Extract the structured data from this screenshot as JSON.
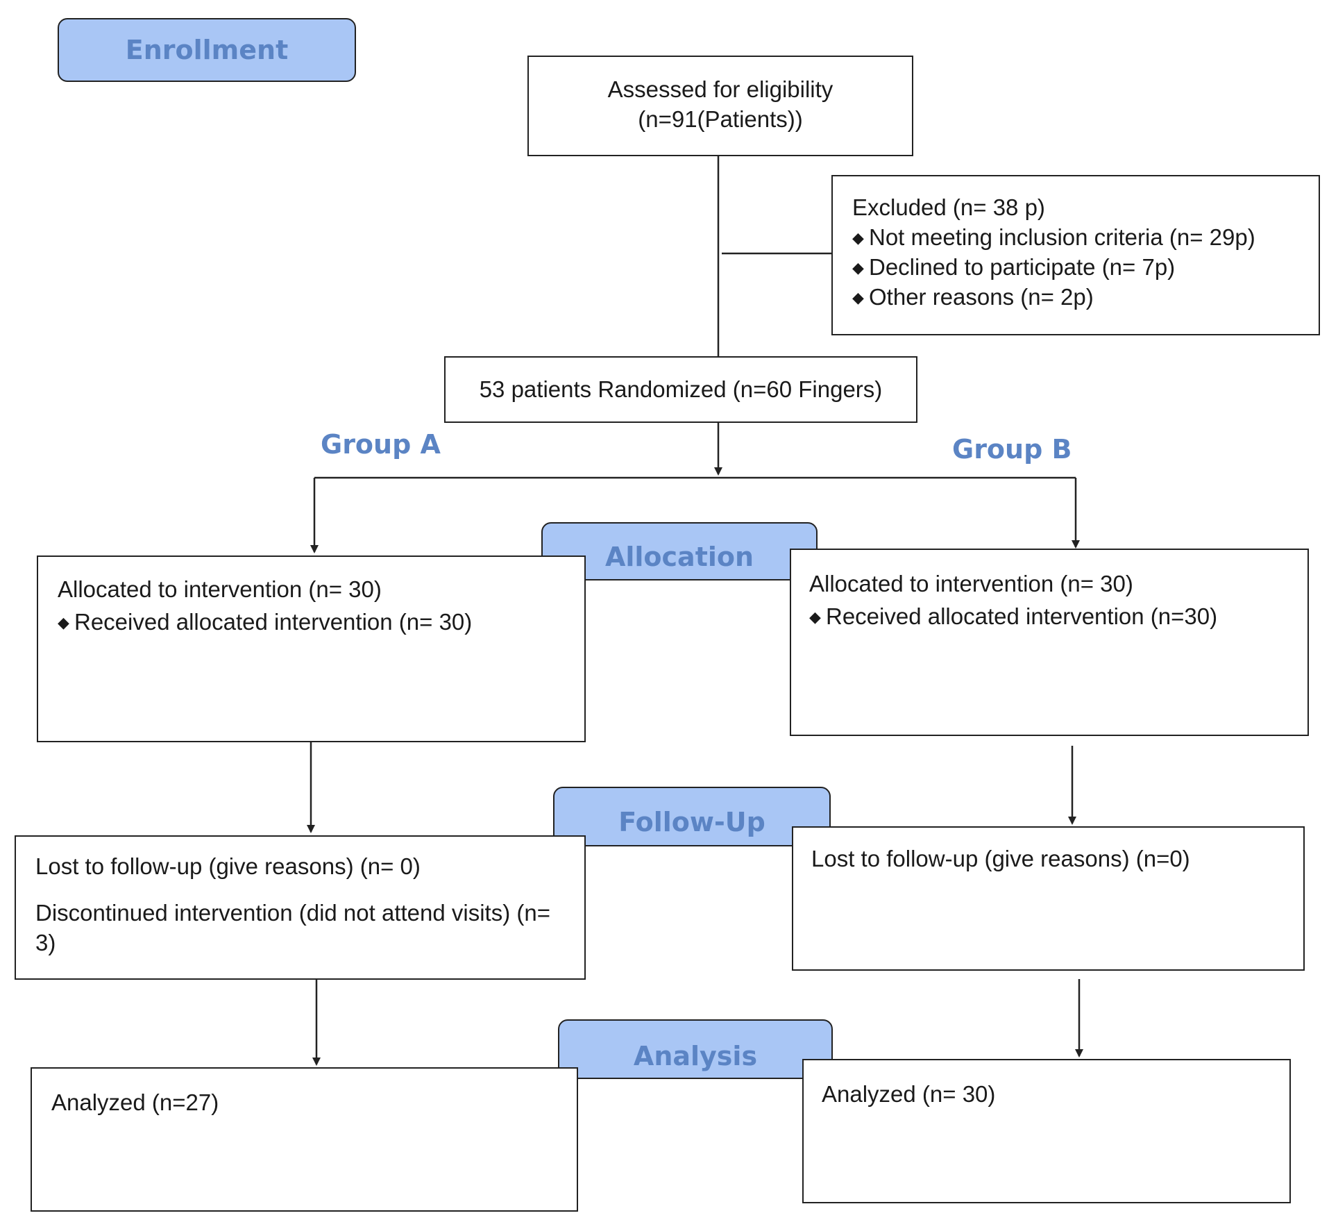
{
  "stages": {
    "enrollment": "Enrollment",
    "allocation": "Allocation",
    "follow_up": "Follow-Up",
    "analysis": "Analysis"
  },
  "groups": {
    "a": "Group A",
    "b": "Group B"
  },
  "assessed": {
    "line1": "Assessed for eligibility",
    "line2": "(n=91(Patients))"
  },
  "excluded": {
    "title": "Excluded (n= 38 p)",
    "items": [
      "Not meeting inclusion criteria (n= 29p)",
      "Declined to participate (n= 7p)",
      "Other reasons (n= 2p)"
    ]
  },
  "randomized": "53 patients Randomized (n=60 Fingers)",
  "group_a": {
    "allocated": "Allocated to intervention (n= 30)",
    "received": "Received allocated intervention (n= 30)",
    "lost": "Lost to follow-up (give reasons) (n= 0)",
    "discontinued": "Discontinued intervention (did not attend visits) (n= 3)",
    "analyzed": "Analyzed (n=27)"
  },
  "group_b": {
    "allocated": "Allocated to intervention (n= 30)",
    "received": "Received allocated intervention (n=30)",
    "lost": "Lost to follow-up (give reasons) (n=0)",
    "analyzed": "Analyzed (n= 30)"
  },
  "colors": {
    "stage_fill": "#a9c6f5",
    "stage_text": "#5b84c4",
    "line": "#222222"
  },
  "icons": {
    "bullet": "◆"
  }
}
